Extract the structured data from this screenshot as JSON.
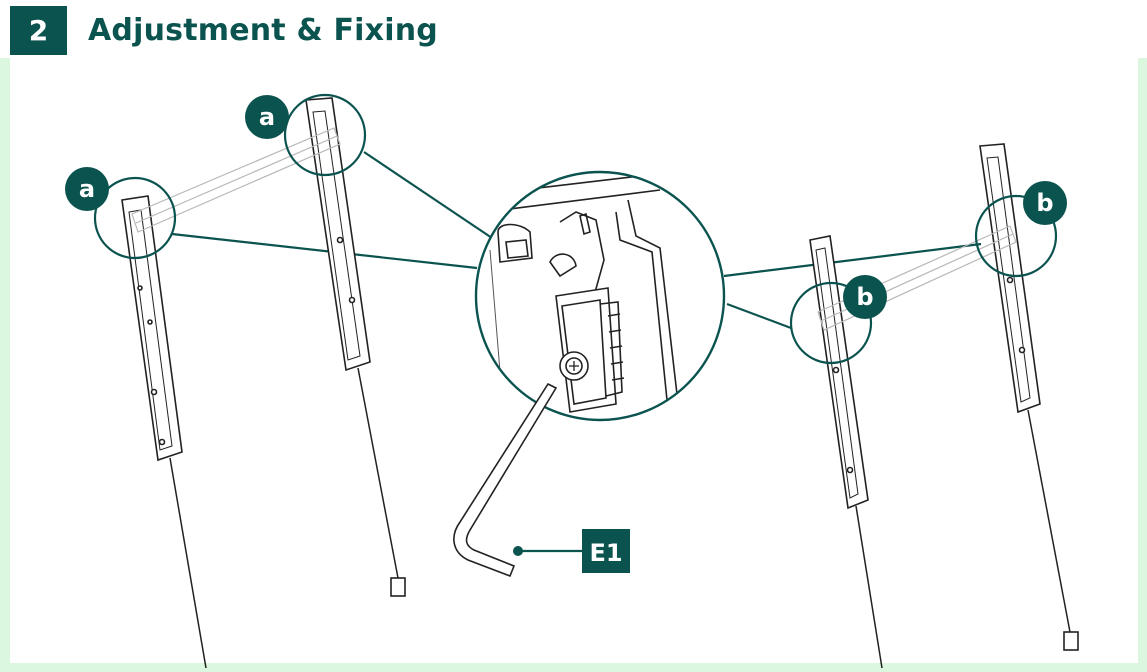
{
  "step": {
    "number": "2",
    "title": "Adjustment & Fixing"
  },
  "callouts": {
    "a": "a",
    "b": "b"
  },
  "tool_label": "E1",
  "colors": {
    "brand": "#0b534f",
    "page_background": "#dcf7df",
    "panel": "#ffffff",
    "line_art": "#222222"
  }
}
